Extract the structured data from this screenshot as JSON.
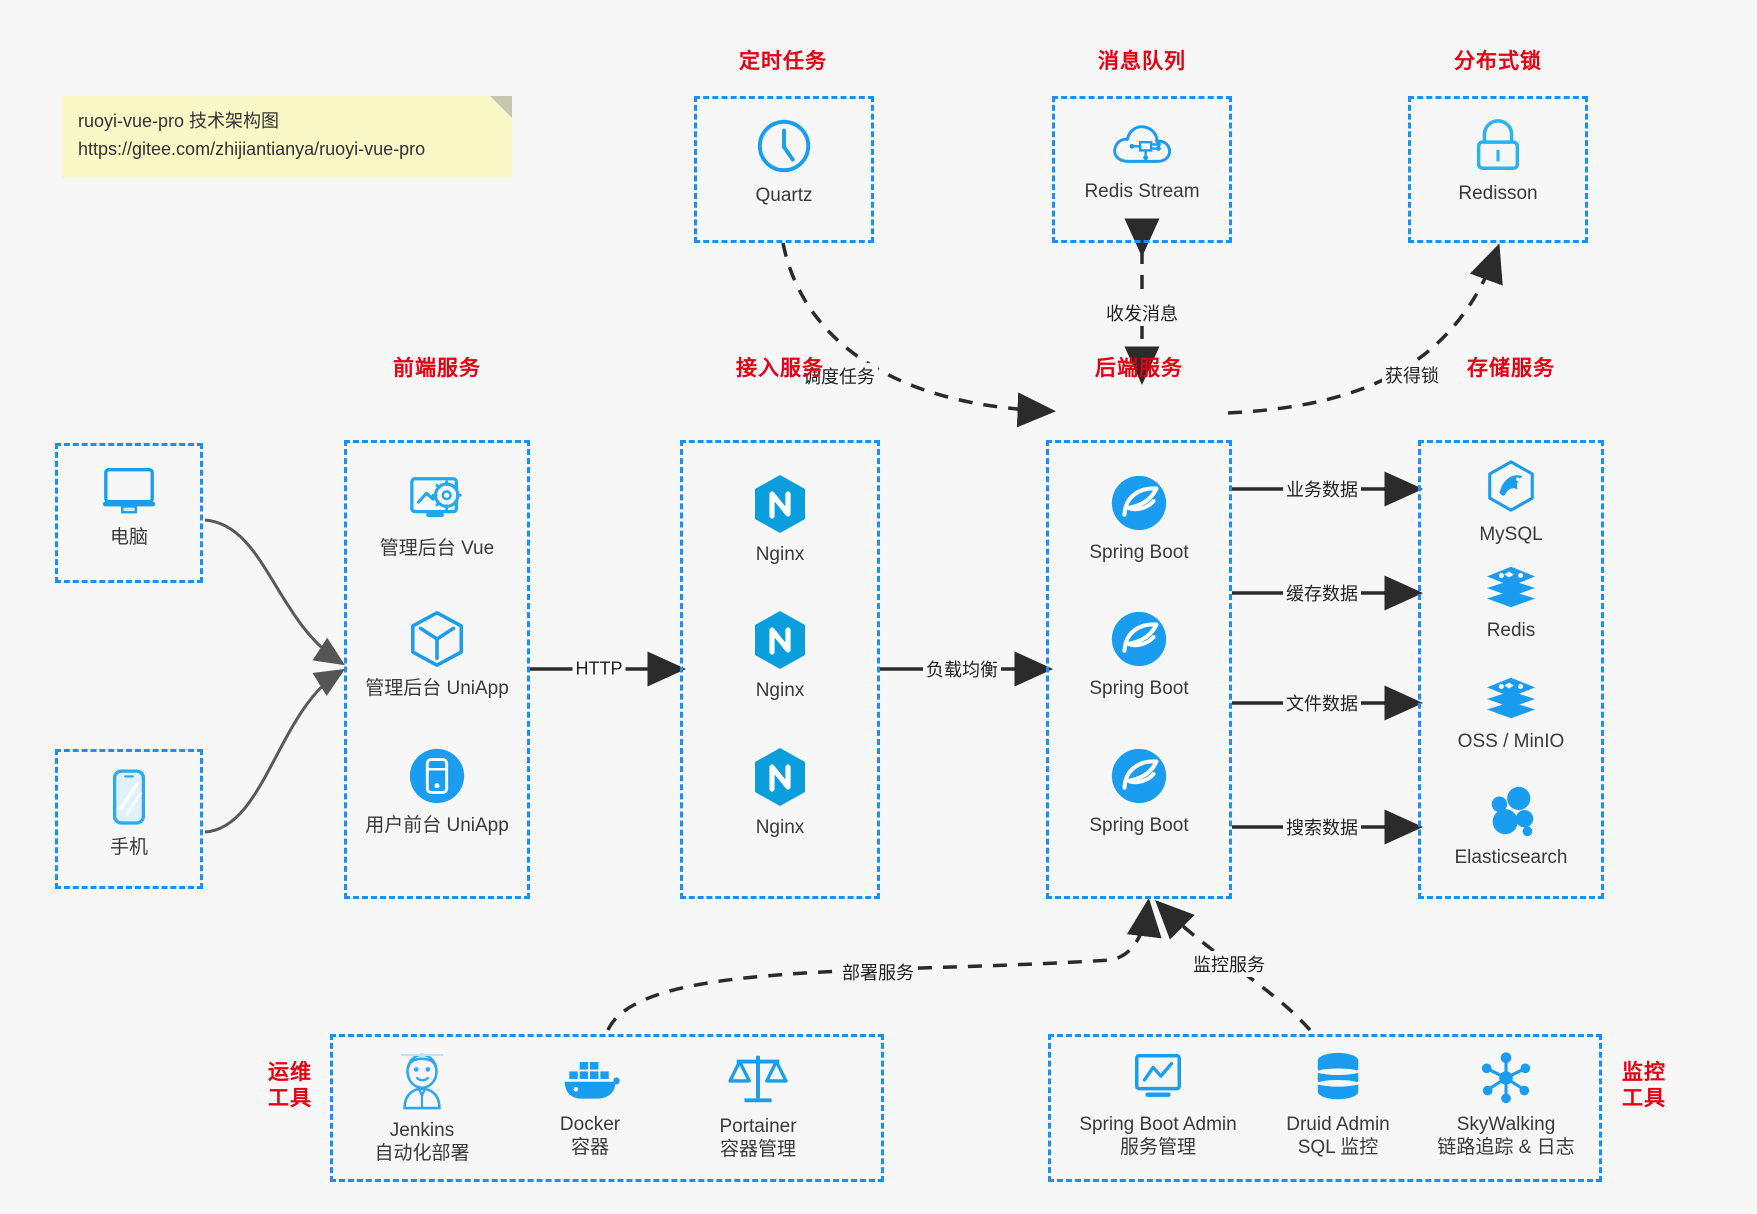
{
  "note": {
    "line1": "ruoyi-vue-pro 技术架构图",
    "line2": "https://gitee.com/zhijiantianya/ruoyi-vue-pro"
  },
  "colors": {
    "accent_blue": "#1890f8",
    "caption_red": "#e60012",
    "background": "#f7f7f7",
    "note_yellow": "#fbf8c8",
    "edge_dark": "#2b2b2b"
  },
  "captions": {
    "scheduled_task": "定时任务",
    "message_queue": "消息队列",
    "distributed_lock": "分布式锁",
    "frontend_service": "前端服务",
    "access_service": "接入服务",
    "backend_service": "后端服务",
    "storage_service": "存储服务",
    "devops_tools_l1": "运维",
    "devops_tools_l2": "工具",
    "monitor_tools_l1": "监控",
    "monitor_tools_l2": "工具"
  },
  "groups": {
    "scheduled_task": {
      "nodes": [
        {
          "label": "Quartz",
          "icon": "clock-icon"
        }
      ]
    },
    "message_queue": {
      "nodes": [
        {
          "label": "Redis Stream",
          "icon": "cloud-node-icon"
        }
      ]
    },
    "distributed_lock": {
      "nodes": [
        {
          "label": "Redisson",
          "icon": "lock-icon"
        }
      ]
    },
    "clients": {
      "nodes": [
        {
          "label": "电脑",
          "icon": "desktop-monitor-icon"
        },
        {
          "label": "手机",
          "icon": "mobile-phone-icon"
        }
      ]
    },
    "frontend_service": {
      "nodes": [
        {
          "label": "管理后台 Vue",
          "icon": "dashboard-gear-icon"
        },
        {
          "label": "管理后台 UniApp",
          "icon": "hex-cube-icon"
        },
        {
          "label": "用户前台 UniApp",
          "icon": "app-circle-icon"
        }
      ]
    },
    "access_service": {
      "nodes": [
        {
          "label": "Nginx",
          "icon": "nginx-icon"
        },
        {
          "label": "Nginx",
          "icon": "nginx-icon"
        },
        {
          "label": "Nginx",
          "icon": "nginx-icon"
        }
      ]
    },
    "backend_service": {
      "nodes": [
        {
          "label": "Spring Boot",
          "icon": "spring-leaf-icon"
        },
        {
          "label": "Spring Boot",
          "icon": "spring-leaf-icon"
        },
        {
          "label": "Spring Boot",
          "icon": "spring-leaf-icon"
        }
      ]
    },
    "storage_service": {
      "nodes": [
        {
          "label": "MySQL",
          "icon": "mysql-dolphin-icon"
        },
        {
          "label": "Redis",
          "icon": "redis-stack-icon"
        },
        {
          "label": "OSS / MinIO",
          "icon": "redis-stack-icon"
        },
        {
          "label": "Elasticsearch",
          "icon": "elasticsearch-icon"
        }
      ]
    },
    "devops_tools": {
      "nodes": [
        {
          "label": "Jenkins",
          "sublabel": "自动化部署",
          "icon": "jenkins-butler-icon"
        },
        {
          "label": "Docker",
          "sublabel": "容器",
          "icon": "docker-whale-icon"
        },
        {
          "label": "Portainer",
          "sublabel": "容器管理",
          "icon": "scales-balance-icon"
        }
      ]
    },
    "monitor_tools": {
      "nodes": [
        {
          "label": "Spring Boot Admin",
          "sublabel": "服务管理",
          "icon": "monitor-chart-icon"
        },
        {
          "label": "Druid Admin",
          "sublabel": "SQL 监控",
          "icon": "database-cylinder-icon"
        },
        {
          "label": "SkyWalking",
          "sublabel": "链路追踪 & 日志",
          "icon": "skywalking-node-icon"
        }
      ]
    }
  },
  "edges": [
    {
      "id": "quartz-to-backend",
      "label": "调度任务",
      "style": "dashed"
    },
    {
      "id": "mq-to-backend",
      "label": "收发消息",
      "style": "dashed"
    },
    {
      "id": "backend-to-lock",
      "label": "获得锁",
      "style": "dashed"
    },
    {
      "id": "frontend-to-nginx",
      "label": "HTTP",
      "style": "solid"
    },
    {
      "id": "nginx-to-backend",
      "label": "负载均衡",
      "style": "solid"
    },
    {
      "id": "backend-to-mysql",
      "label": "业务数据",
      "style": "solid"
    },
    {
      "id": "backend-to-redis",
      "label": "缓存数据",
      "style": "solid"
    },
    {
      "id": "backend-to-oss",
      "label": "文件数据",
      "style": "solid"
    },
    {
      "id": "backend-to-es",
      "label": "搜索数据",
      "style": "solid"
    },
    {
      "id": "devops-to-backend",
      "label": "部署服务",
      "style": "dashed"
    },
    {
      "id": "monitor-to-backend",
      "label": "监控服务",
      "style": "dashed"
    }
  ]
}
